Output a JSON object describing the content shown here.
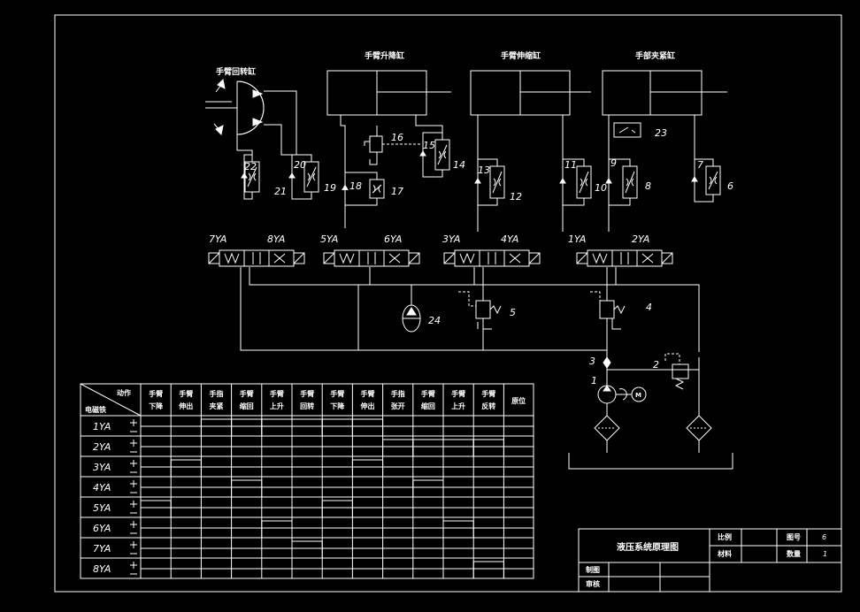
{
  "cylinders": {
    "rotary": "手臂回转缸",
    "lift": "手臂升降缸",
    "telescopic": "手臂伸缩缸",
    "clamp": "手部夹紧缸"
  },
  "solenoids": [
    "7YA",
    "8YA",
    "5YA",
    "6YA",
    "3YA",
    "4YA",
    "1YA",
    "2YA"
  ],
  "component_numbers": [
    "1",
    "2",
    "3",
    "4",
    "5",
    "6",
    "7",
    "8",
    "9",
    "10",
    "11",
    "12",
    "13",
    "14",
    "15",
    "16",
    "17",
    "18",
    "19",
    "20",
    "21",
    "22",
    "23",
    "24"
  ],
  "motor_label": "M",
  "table": {
    "corner_top": "动作",
    "corner_bottom": "电磁铁",
    "columns": [
      [
        "手臂",
        "下降"
      ],
      [
        "手臂",
        "伸出"
      ],
      [
        "手指",
        "夹紧"
      ],
      [
        "手臂",
        "缩回"
      ],
      [
        "手臂",
        "上升"
      ],
      [
        "手臂",
        "回转"
      ],
      [
        "手臂",
        "下降"
      ],
      [
        "手臂",
        "伸出"
      ],
      [
        "手指",
        "张开"
      ],
      [
        "手臂",
        "缩回"
      ],
      [
        "手臂",
        "上升"
      ],
      [
        "手臂",
        "反转"
      ]
    ],
    "last_column": "原位",
    "rows": [
      "1YA",
      "2YA",
      "3YA",
      "4YA",
      "5YA",
      "6YA",
      "7YA",
      "8YA"
    ],
    "energized": [
      [
        0,
        0,
        1,
        1,
        1,
        1,
        1,
        1,
        0,
        0,
        0,
        0
      ],
      [
        0,
        0,
        0,
        0,
        0,
        0,
        0,
        0,
        1,
        1,
        1,
        1
      ],
      [
        0,
        1,
        0,
        0,
        0,
        0,
        0,
        1,
        0,
        0,
        0,
        0
      ],
      [
        0,
        0,
        0,
        1,
        0,
        0,
        0,
        0,
        0,
        1,
        0,
        0
      ],
      [
        1,
        0,
        0,
        0,
        0,
        0,
        1,
        0,
        0,
        0,
        0,
        0
      ],
      [
        0,
        0,
        0,
        0,
        1,
        0,
        0,
        0,
        0,
        0,
        1,
        0
      ],
      [
        0,
        0,
        0,
        0,
        0,
        1,
        0,
        0,
        0,
        0,
        0,
        0
      ],
      [
        0,
        0,
        0,
        0,
        0,
        0,
        0,
        0,
        0,
        0,
        0,
        1
      ]
    ]
  },
  "title_block": {
    "title": "液压系统原理图",
    "scale_label": "比例",
    "drawing_no_label": "图号",
    "drawing_no": "6",
    "material_label": "材料",
    "quantity_label": "数量",
    "quantity": "1",
    "drawn_by_label": "制图",
    "checked_by_label": "审核"
  }
}
